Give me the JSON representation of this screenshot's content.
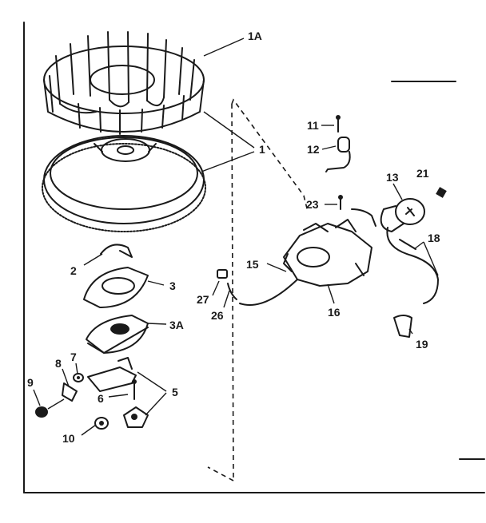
{
  "labels": {
    "p1A": "1A",
    "p1": "1",
    "p2": "2",
    "p3": "3",
    "p3A": "3A",
    "p5": "5",
    "p6": "6",
    "p7": "7",
    "p8": "8",
    "p9": "9",
    "p10": "10",
    "p11": "11",
    "p12": "12",
    "p13": "13",
    "p15": "15",
    "p16": "16",
    "p18": "18",
    "p19": "19",
    "p21": "21",
    "p23": "23",
    "p26": "26",
    "p27": "27"
  },
  "colors": {
    "ink": "#1a1a1a",
    "paper": "#ffffff"
  }
}
